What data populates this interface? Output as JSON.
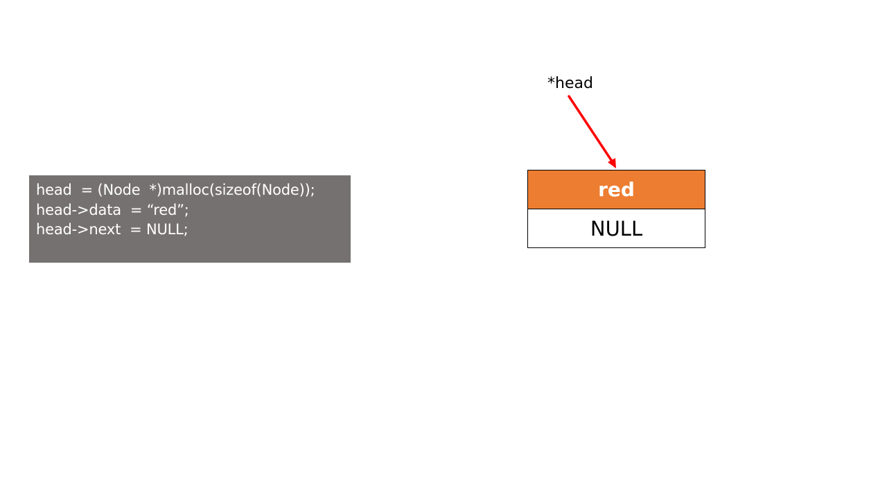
{
  "code": {
    "lines": [
      "head  = (Node  *)malloc(sizeof(Node));",
      "head->data  = “red”;",
      "head->next  = NULL;"
    ]
  },
  "pointer": {
    "label": "*head",
    "arrow_color": "#ff0000"
  },
  "node": {
    "data_value": "red",
    "next_value": "NULL",
    "data_fill": "#ed7d31"
  },
  "colors": {
    "code_background": "#757170",
    "code_text": "#ffffff"
  }
}
